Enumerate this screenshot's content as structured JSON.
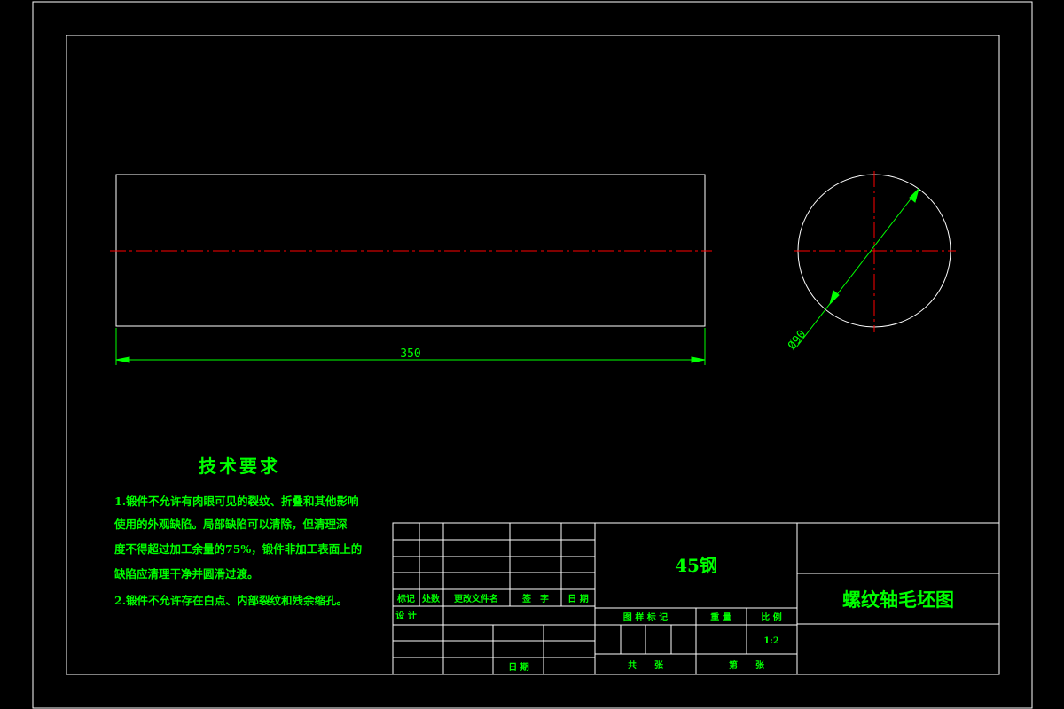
{
  "colors": {
    "background": "#000000",
    "outline": "#ffffff",
    "centerline": "#ff0000",
    "dimension": "#00ff00",
    "text": "#00ff00"
  },
  "dimensions": {
    "length": "350",
    "diameter": "Ø90"
  },
  "tech_requirements": {
    "heading": "技术要求",
    "lines": [
      "1.锻件不允许有肉眼可见的裂纹、折叠和其他影响",
      "使用的外观缺陷。局部缺陷可以清除，但清理深",
      "度不得超过加工余量的75%，锻件非加工表面上的",
      "缺陷应清理干净并圆滑过渡。",
      "2.锻件不允许存在白点、内部裂纹和残余缩孔。"
    ]
  },
  "title_block": {
    "material": "45钢",
    "drawing_name": "螺纹轴毛坯图",
    "labels": {
      "mark": "标记",
      "count": "处数",
      "change_doc": "更改文件名",
      "signature": "签　字",
      "date": "日 期",
      "design": "设 计",
      "date2": "日 期",
      "stage_mark": "图 样 标 记",
      "weight": "重 量",
      "scale": "比 例",
      "total": "共　　张",
      "sheet": "第　　张"
    },
    "scale_value": "1:2"
  }
}
